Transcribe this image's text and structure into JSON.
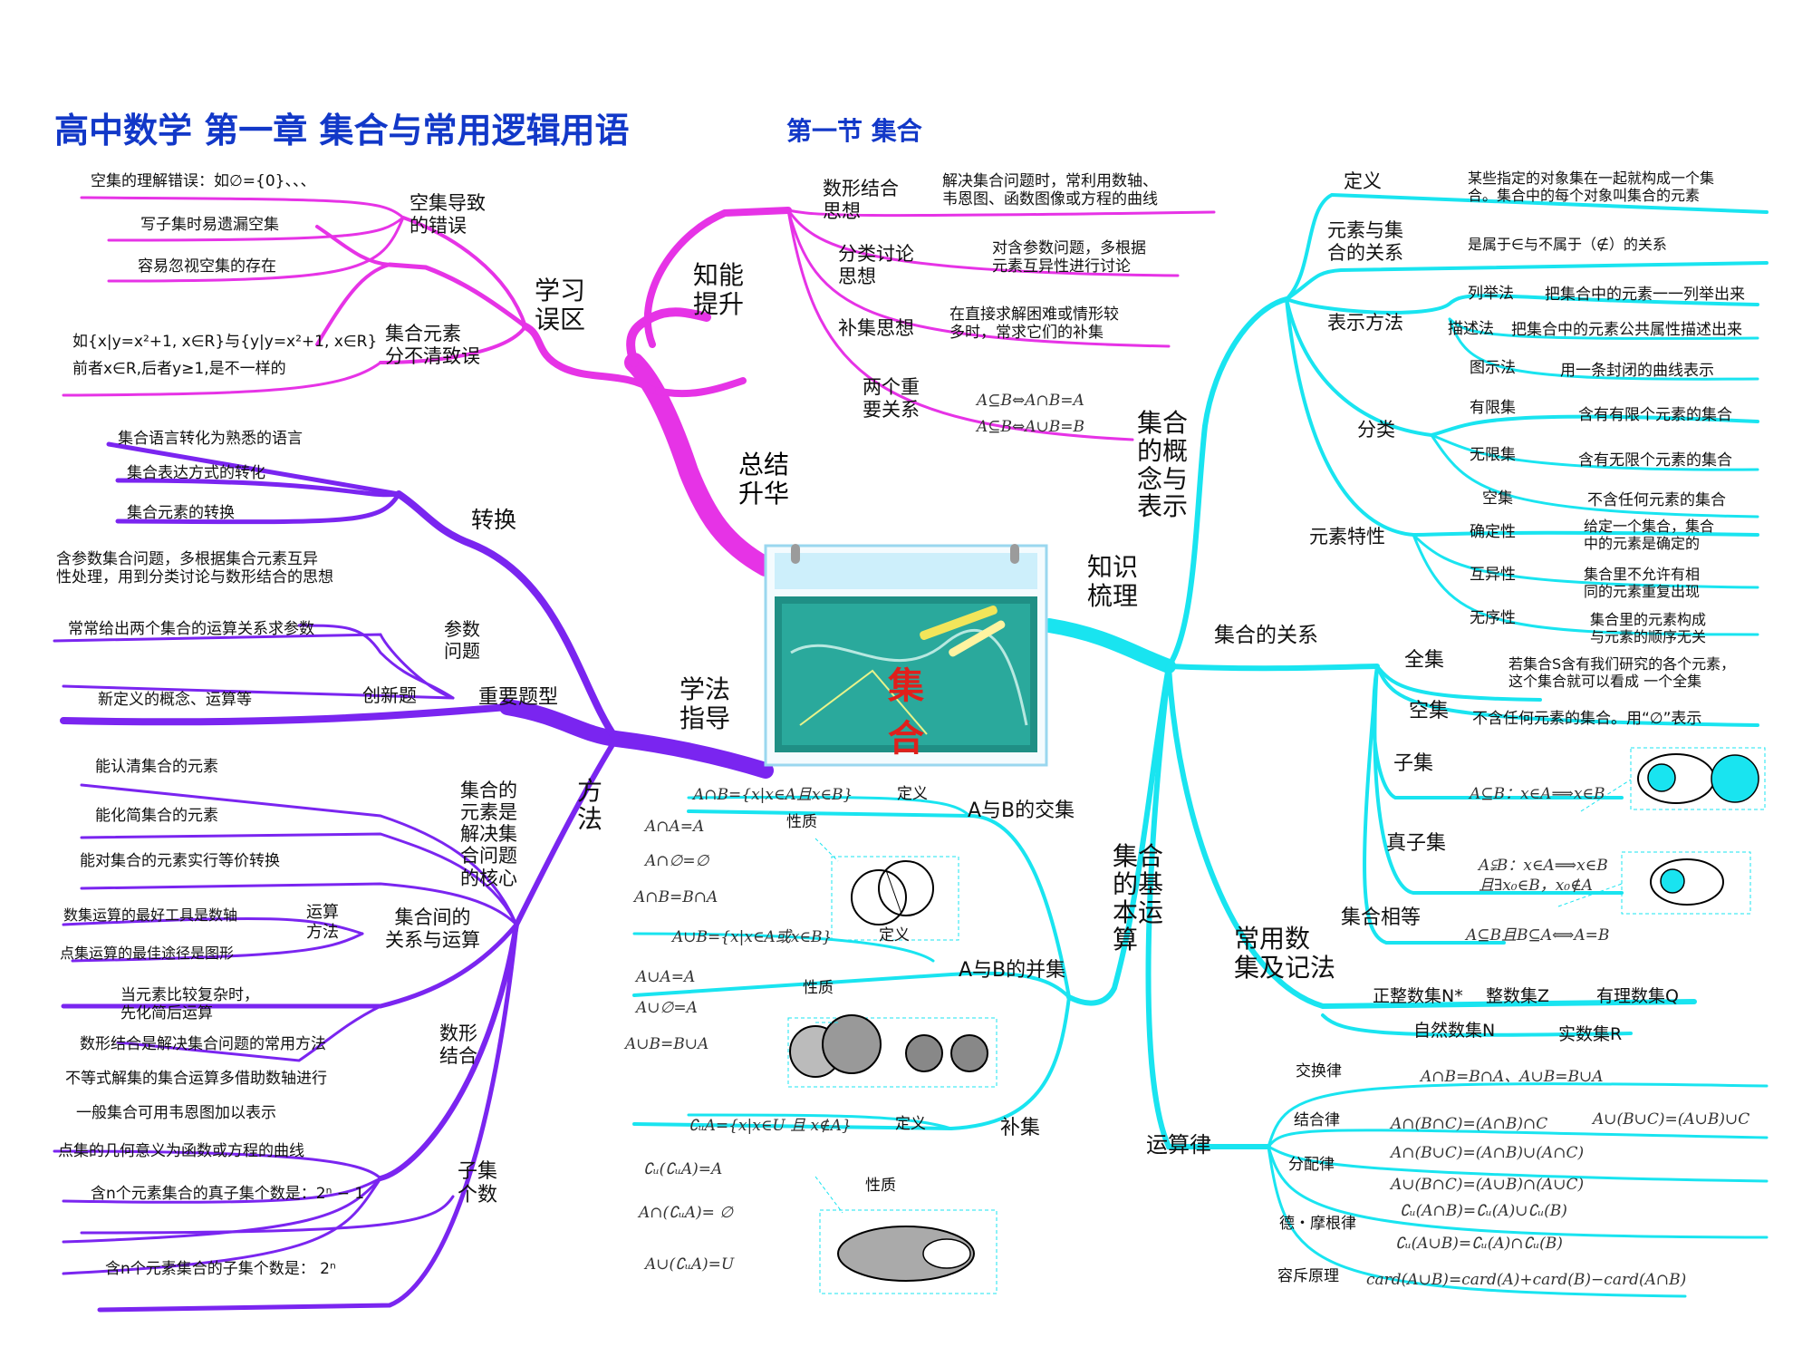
{
  "title": {
    "main": "高中数学 第一章 集合与常用逻辑用语",
    "section": "第一节 集合"
  },
  "center": {
    "title": "集 合"
  },
  "colors": {
    "magenta": "#e633e6",
    "cyan": "#19e4f0",
    "purple": "#7a25f0",
    "title": "#1238c8",
    "red": "#e0201c"
  },
  "branches": {
    "zongjie": {
      "label": "总结\n升华",
      "zhineng": {
        "label": "知能\n提升",
        "items": [
          {
            "label": "数形结合\n思想",
            "text": "解决集合问题时，常利用数轴、\n韦恩图、函数图像或方程的曲线"
          },
          {
            "label": "分类讨论\n思想",
            "text": "对含参数问题，多根据\n元素互异性进行讨论"
          },
          {
            "label": "补集思想",
            "text": "在直接求解困难或情形较\n多时，常求它们的补集"
          },
          {
            "label": "两个重\n要关系",
            "text": "A⊆B⇔A∩B=A\nA⊆B⇔A∪B=B"
          }
        ]
      },
      "wuqu": {
        "label": "学习\n误区",
        "kongji": {
          "label": "空集导致\n的错误",
          "items": [
            "空集的理解错误：如∅={0}、、、",
            "写子集时易遗漏空集",
            "容易忽视空集的存在"
          ]
        },
        "yuansu": {
          "label": "集合元素\n分不清致误",
          "text": "如{x|y=x²+1, x∈R}与{y|y=x²+1, x∈R}\n前者x∈R,后者y≥1,是不一样的"
        }
      }
    },
    "zhishi": {
      "label": "知识\n梳理",
      "gainian": {
        "label": "集合\n的概\n念与\n表示",
        "dingyi": {
          "label": "定义",
          "text": "某些指定的对象集在一起就构成一个集\n合。集合中的每个对象叫集合的元素"
        },
        "guanxi": {
          "label": "元素与集\n合的关系",
          "text": "是属于∈与不属于（∉）的关系"
        },
        "biaoshi": {
          "label": "表示方法",
          "items": [
            {
              "label": "列举法",
              "text": "把集合中的元素一一列举出来"
            },
            {
              "label": "描述法",
              "text": "把集合中的元素公共属性描述出来"
            },
            {
              "label": "图示法",
              "text": "用一条封闭的曲线表示"
            }
          ]
        },
        "fenlei": {
          "label": "分类",
          "items": [
            {
              "label": "有限集",
              "text": "含有有限个元素的集合"
            },
            {
              "label": "无限集",
              "text": "含有无限个元素的集合"
            },
            {
              "label": "空集",
              "text": "不含任何元素的集合"
            }
          ]
        },
        "texing": {
          "label": "元素特性",
          "items": [
            {
              "label": "确定性",
              "text": "给定一个集合，集合\n中的元素是确定的"
            },
            {
              "label": "互异性",
              "text": "集合里不允许有相\n同的元素重复出现"
            },
            {
              "label": "无序性",
              "text": "集合里的元素构成\n与元素的顺序无关"
            }
          ]
        }
      },
      "jiheguanxi": {
        "label": "集合的关系",
        "items": [
          {
            "label": "全集",
            "text": "若集合S含有我们研究的各个元素，\n这个集合就可以看成 一个全集"
          },
          {
            "label": "空集",
            "text": "不含任何元素的集合。用“∅”表示"
          },
          {
            "label": "子集",
            "text": "A⊆B：x∈A⟹x∈B"
          },
          {
            "label": "真子集",
            "text": "A⫋B：x∈A⟹x∈B\n且∃x₀∈B，x₀∉A"
          },
          {
            "label": "集合相等",
            "text": "A⊆B且B⊆A⟺A=B"
          }
        ]
      },
      "changyong": {
        "label": "常用数\n集及记法",
        "items": [
          "正整数集N*",
          "整数集Z",
          "有理数集Q",
          "自然数集N",
          "实数集R"
        ]
      },
      "yunsuan": {
        "label": "集合\n的基\n本运\n算",
        "jiaoji": {
          "label": "A与B的交集",
          "def_label": "定义",
          "def": "A∩B={x|x∈A且x∈B}",
          "prop_label": "性质",
          "props": [
            "A∩A=A",
            "A∩∅=∅",
            "A∩B=B∩A"
          ]
        },
        "bingji": {
          "label": "A与B的并集",
          "def_label": "定义",
          "def": "A∪B={x|x∈A或x∈B}",
          "prop_label": "性质",
          "props": [
            "A∪A=A",
            "A∪∅=A",
            "A∪B=B∪A"
          ]
        },
        "buji": {
          "label": "补集",
          "def_label": "定义",
          "def": "∁ᵤA={x|x∈U 且 x∉A}",
          "prop_label": "性质",
          "props": [
            "∁ᵤ(∁ᵤA)=A",
            "A∩(∁ᵤA)= ∅",
            "A∪(∁ᵤA)=U"
          ]
        }
      },
      "yunsuanlv": {
        "label": "运算律",
        "items": [
          {
            "label": "交换律",
            "text": "A∩B=B∩A、A∪B=B∪A"
          },
          {
            "label": "结合律",
            "text": "A∩(B∩C)=(A∩B)∩C",
            "text2": "A∪(B∪C)=(A∪B)∪C"
          },
          {
            "label": "分配律",
            "text": "A∩(B∪C)=(A∩B)∪(A∩C)",
            "text2": "A∪(B∩C)=(A∪B)∩(A∪C)"
          },
          {
            "label": "德・摩根律",
            "text": "∁ᵤ(A∩B)=∁ᵤ(A)∪∁ᵤ(B)",
            "text2": "∁ᵤ(A∪B)=∁ᵤ(A)∩∁ᵤ(B)"
          },
          {
            "label": "容斥原理",
            "text": "card(A∪B)=card(A)+card(B)−card(A∩B)"
          }
        ]
      }
    },
    "xuefa": {
      "label": "学法\n指导",
      "zhuanhuan": {
        "label": "转换",
        "items": [
          "集合语言转化为熟悉的语言",
          "集合表达方式的转化",
          "集合元素的转换"
        ]
      },
      "tixing": {
        "label": "重要题型",
        "canshu": {
          "label": "参数\n问题",
          "items": [
            "含参数集合问题，多根据集合元素互异\n性处理，用到分类讨论与数形结合的思想",
            "常常给出两个集合的运算关系求参数"
          ]
        },
        "chuangxin": {
          "label": "创新题",
          "text": "新定义的概念、运算等"
        }
      },
      "fangfa": {
        "label": "方\n法",
        "hexin": {
          "label": "集合的\n元素是\n解决集\n合问题\n的核心",
          "items": [
            "能认清集合的元素",
            "能化简集合的元素",
            "能对集合的元素实行等价转换"
          ]
        },
        "guanxiyunsuan": {
          "label": "集合间的\n关系与运算",
          "yunsuanfangfa": {
            "label": "运算\n方法",
            "items": [
              "数集运算的最好工具是数轴",
              "点集运算的最佳途径是图形"
            ]
          },
          "text": "当元素比较复杂时，\n先化简后运算"
        },
        "shuxing": {
          "label": "数形\n结合",
          "items": [
            "数形结合是解决集合问题的常用方法",
            "不等式解集的集合运算多借助数轴进行",
            "一般集合可用韦恩图加以表示",
            "点集的几何意义为函数或方程的曲线"
          ]
        },
        "ziji": {
          "label": "子集\n个数",
          "items": [
            "含n个元素集合的真子集个数是：2ⁿ − 1",
            "含n个元素集合的子集个数是： 2ⁿ"
          ]
        }
      }
    }
  }
}
